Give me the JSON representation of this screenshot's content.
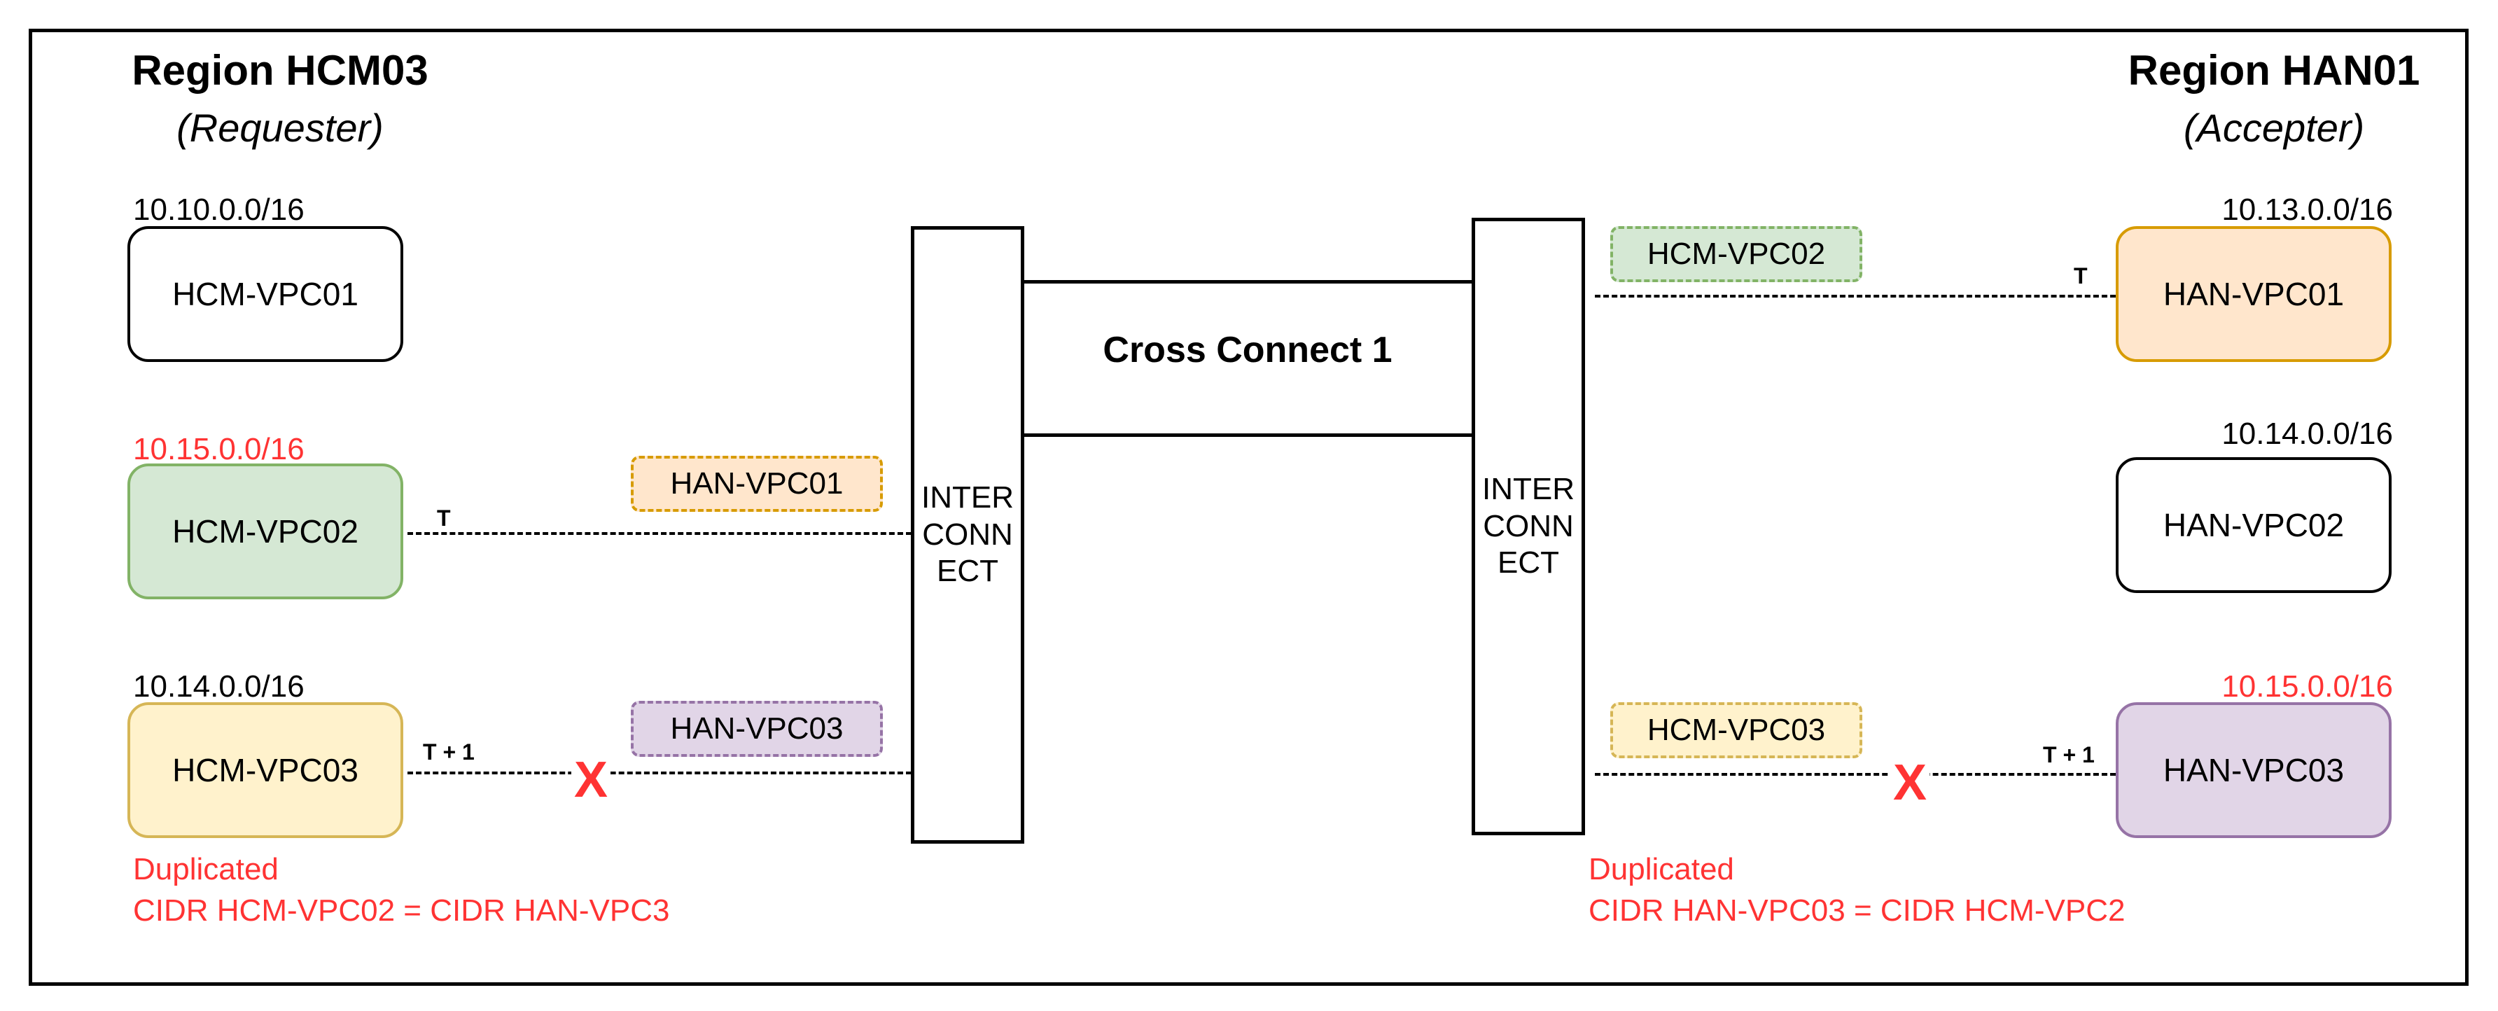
{
  "left_region": {
    "title": "Region HCM03",
    "role": "(Requester)",
    "vpcs": [
      {
        "name": "HCM-VPC01",
        "cidr": "10.10.0.0/16",
        "cidr_color": "#000000",
        "fill": "#ffffff",
        "stroke": "#000000"
      },
      {
        "name": "HCM-VPC02",
        "cidr": "10.15.0.0/16",
        "cidr_color": "#ff3333",
        "fill": "#d5e8d4",
        "stroke": "#82b366"
      },
      {
        "name": "HCM-VPC03",
        "cidr": "10.14.0.0/16",
        "cidr_color": "#000000",
        "fill": "#fff2cc",
        "stroke": "#d6b656"
      }
    ],
    "route_tags": [
      {
        "label": "HAN-VPC01",
        "fill": "#ffe6cc",
        "stroke": "#d79b00"
      },
      {
        "label": "HAN-VPC03",
        "fill": "#e1d5e7",
        "stroke": "#9673a6"
      }
    ],
    "link_labels": [
      "T",
      "T + 1"
    ],
    "blocked_mark": "X",
    "note_line1": "Duplicated",
    "note_line2": "CIDR HCM-VPC02 = CIDR HAN-VPC3"
  },
  "right_region": {
    "title": "Region HAN01",
    "role": "(Accepter)",
    "vpcs": [
      {
        "name": "HAN-VPC01",
        "cidr": "10.13.0.0/16",
        "cidr_color": "#000000",
        "fill": "#ffe6cc",
        "stroke": "#d79b00"
      },
      {
        "name": "HAN-VPC02",
        "cidr": "10.14.0.0/16",
        "cidr_color": "#000000",
        "fill": "#ffffff",
        "stroke": "#000000"
      },
      {
        "name": "HAN-VPC03",
        "cidr": "10.15.0.0/16",
        "cidr_color": "#ff3333",
        "fill": "#e1d5e7",
        "stroke": "#9673a6"
      }
    ],
    "route_tags": [
      {
        "label": "HCM-VPC02",
        "fill": "#d5e8d4",
        "stroke": "#82b366"
      },
      {
        "label": "HCM-VPC03",
        "fill": "#fff2cc",
        "stroke": "#d6b656"
      }
    ],
    "link_labels": [
      "T",
      "T + 1"
    ],
    "blocked_mark": "X",
    "note_line1": "Duplicated",
    "note_line2": "CIDR HAN-VPC03 = CIDR HCM-VPC2"
  },
  "interconnect_label": "INTER\nCONN\nECT",
  "cross_connect_label": "Cross Connect 1"
}
